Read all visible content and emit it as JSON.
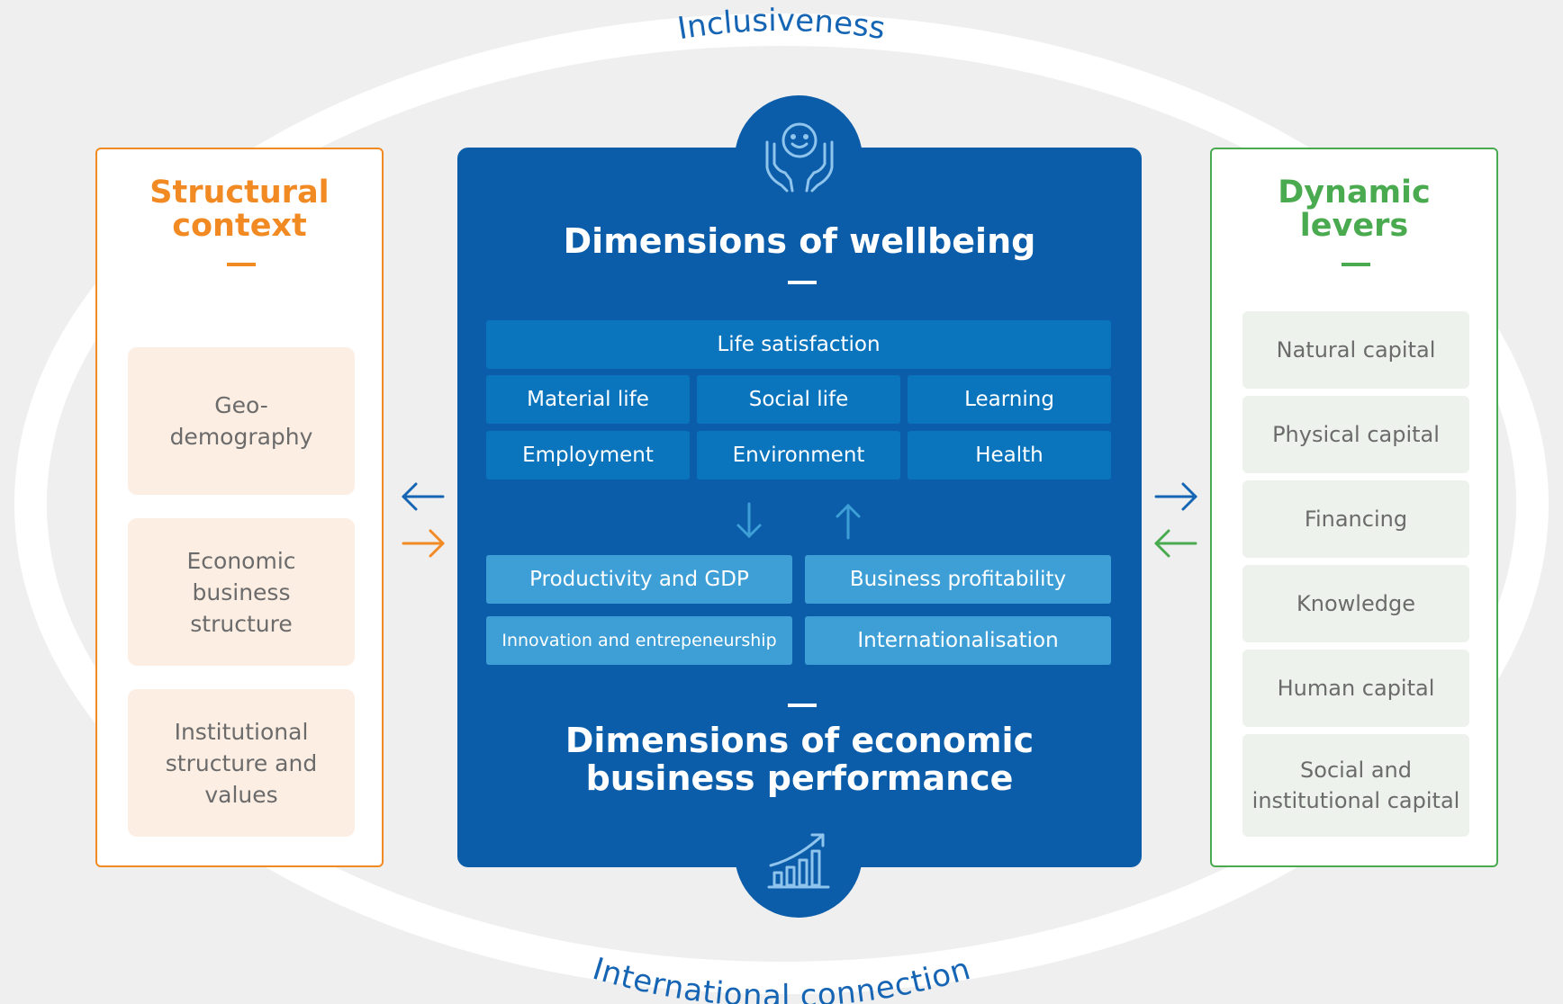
{
  "outer_labels": {
    "top": "Inclusiveness",
    "bottom": "International connection"
  },
  "left_panel": {
    "title": "Structural\ncontext",
    "items": [
      "Geo-\ndemography",
      "Economic\nbusiness\nstructure",
      "Institutional\nstructure and\nvalues"
    ]
  },
  "center_panel": {
    "top_title": "Dimensions of wellbeing",
    "wellbeing": {
      "header": "Life satisfaction",
      "row1": [
        "Material life",
        "Social life",
        "Learning"
      ],
      "row2": [
        "Employment",
        "Environment",
        "Health"
      ]
    },
    "economic": {
      "row1": [
        "Productivity and GDP",
        "Business profitability"
      ],
      "row2": [
        "Innovation and entrepeneurship",
        "Internationalisation"
      ]
    },
    "bottom_title": "Dimensions of economic\nbusiness performance"
  },
  "right_panel": {
    "title": "Dynamic\nlevers",
    "items": [
      "Natural capital",
      "Physical capital",
      "Financing",
      "Knowledge",
      "Human capital",
      "Social and\ninstitutional capital"
    ]
  },
  "colors": {
    "background": "#efefef",
    "center_blue": "#0b5daa",
    "tile_dark": "#0a74bd",
    "tile_light": "#3e9fd6",
    "orange": "#f28a24",
    "green": "#4aaa4f",
    "label_blue": "#1565b4"
  },
  "icons": {
    "top": "hands-smiley-icon",
    "bottom": "growth-bar-chart-icon"
  }
}
